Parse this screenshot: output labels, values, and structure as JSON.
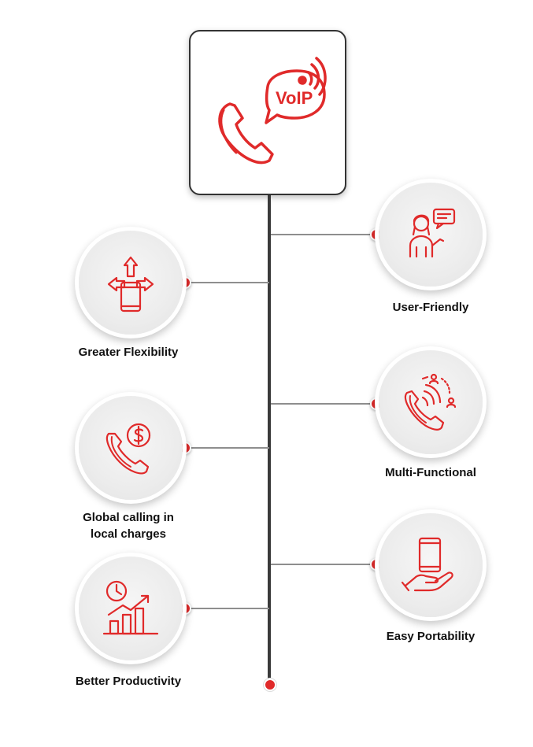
{
  "center": {
    "label": "VoIP",
    "icon": "voip-phone-icon"
  },
  "colors": {
    "accent": "#e02a2a",
    "line": "#3a3a3a",
    "branch": "#8e8e8e"
  },
  "features": {
    "user_friendly": {
      "label": "User-Friendly",
      "icon": "user-chat-icon"
    },
    "greater_flexibility": {
      "label": "Greater Flexibility",
      "icon": "arrows-phone-icon"
    },
    "multi_functional": {
      "label": "Multi-Functional",
      "icon": "phone-users-icon"
    },
    "global_calling": {
      "line1": "Global calling in",
      "line2": "local charges",
      "icon": "phone-dollar-icon"
    },
    "easy_portability": {
      "label": "Easy Portability",
      "icon": "hand-phone-icon"
    },
    "better_productivity": {
      "label": "Better Productivity",
      "icon": "clock-growth-chart-icon"
    }
  }
}
